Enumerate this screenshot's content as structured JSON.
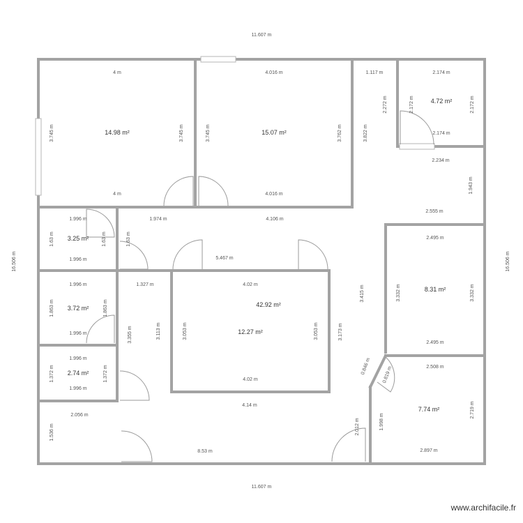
{
  "watermark": "www.archifacile.fr",
  "outer_dims": {
    "top": "11.607 m",
    "bottom": "11.607 m",
    "left": "16.506 m",
    "right": "16.506 m"
  },
  "rooms": [
    {
      "key": "room1",
      "area": "14.98 m²",
      "dims": [
        "4 m",
        "4 m",
        "3.745 m",
        "3.745 m"
      ]
    },
    {
      "key": "room2",
      "area": "15.07 m²",
      "dims": [
        "4.016 m",
        "4.016 m",
        "3.745 m",
        "3.762 m"
      ]
    },
    {
      "key": "room3",
      "area": "4.72 m²",
      "dims": [
        "2.174 m",
        "2.174 m",
        "2.172 m",
        "2.172 m"
      ]
    },
    {
      "key": "room4",
      "area": "3.25 m²",
      "dims": [
        "1.996 m",
        "1.996 m",
        "1.63 m",
        "1.63 m"
      ]
    },
    {
      "key": "room5",
      "area": "3.72 m²",
      "dims": [
        "1.996 m",
        "1.996 m",
        "1.863 m",
        "1.863 m"
      ]
    },
    {
      "key": "room6",
      "area": "2.74 m²",
      "dims": [
        "1.996 m",
        "1.996 m",
        "1.372 m",
        "1.372 m"
      ]
    },
    {
      "key": "room7",
      "area": "12.27 m²",
      "dims": [
        "4.02 m",
        "4.02 m",
        "3.053 m",
        "3.053 m"
      ]
    },
    {
      "key": "room8",
      "area": "8.31 m²",
      "dims": [
        "2.495 m",
        "2.495 m",
        "3.332 m",
        "3.332 m"
      ]
    },
    {
      "key": "room9",
      "area": "7.74 m²",
      "dims": [
        "2.508 m",
        "2.897 m",
        "1.998 m",
        "2.719 m",
        "0.819 m"
      ]
    },
    {
      "key": "hall",
      "area": "42.92 m²",
      "dims": [
        "1.117 m",
        "2.272 m",
        "3.822 m",
        "2.234 m",
        "1.943 m",
        "2.555 m",
        "1.974 m",
        "4.106 m",
        "1.63 m",
        "5.467 m",
        "1.327 m",
        "3.113 m",
        "3.355 m",
        "3.415 m",
        "3.173 m",
        "0.846 m",
        "4.14 m",
        "2.056 m",
        "1.536 m",
        "8.53 m",
        "2.012 m"
      ]
    }
  ]
}
